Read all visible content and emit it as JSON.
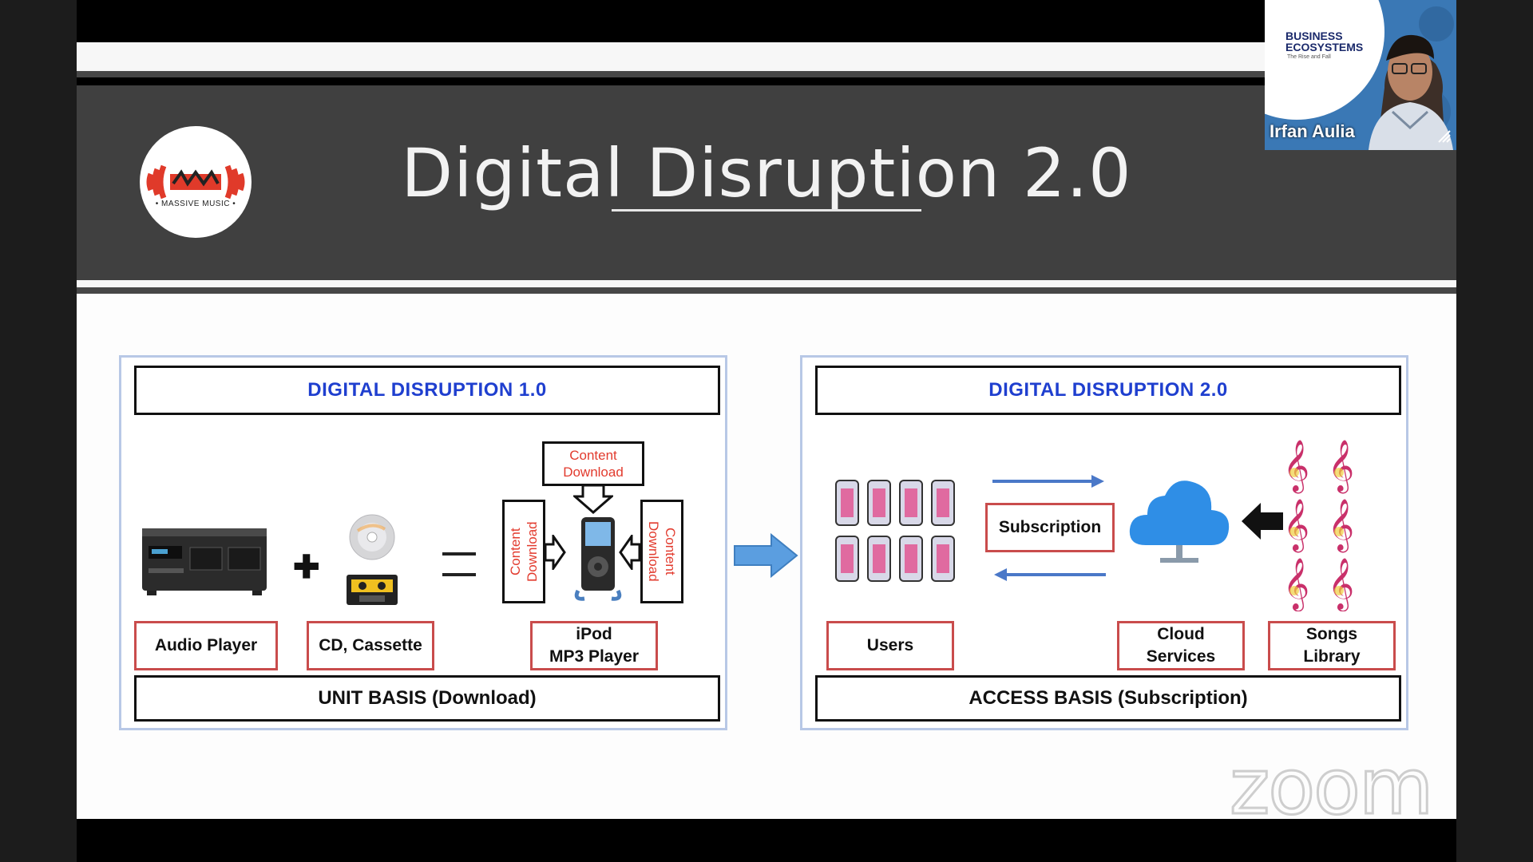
{
  "slide": {
    "title": "Digital Disruption 2.0",
    "logo_text": "• MASSIVE MUSIC •",
    "left_panel": {
      "title": "DIGITAL DISRUPTION 1.0",
      "footer": "UNIT BASIS (Download)",
      "labels": {
        "audio_player": "Audio Player",
        "cd_cassette": "CD, Cassette",
        "ipod_line1": "iPod",
        "ipod_line2": "MP3 Player"
      },
      "content_download_top_line1": "Content",
      "content_download_top_line2": "Download",
      "content_download_left": "Content Download",
      "content_download_right": "Content Download"
    },
    "right_panel": {
      "title": "DIGITAL DISRUPTION 2.0",
      "footer": "ACCESS BASIS (Subscription)",
      "subscription": "Subscription",
      "labels": {
        "users": "Users",
        "cloud_line1": "Cloud",
        "cloud_line2": "Services",
        "songs_line1": "Songs",
        "songs_line2": "Library"
      }
    }
  },
  "video_thumbnail": {
    "participant_name": "Irfan Aulia",
    "banner_line1": "BUSINESS",
    "banner_line2": "ECOSYSTEMS",
    "banner_line3": "The Rise and Fall"
  },
  "watermark": "zoom",
  "colors": {
    "panel_title_blue": "#1f3fcf",
    "label_border_red": "#c94c4c",
    "content_download_red": "#e23b2e",
    "cloud_blue": "#2f8ee6"
  }
}
